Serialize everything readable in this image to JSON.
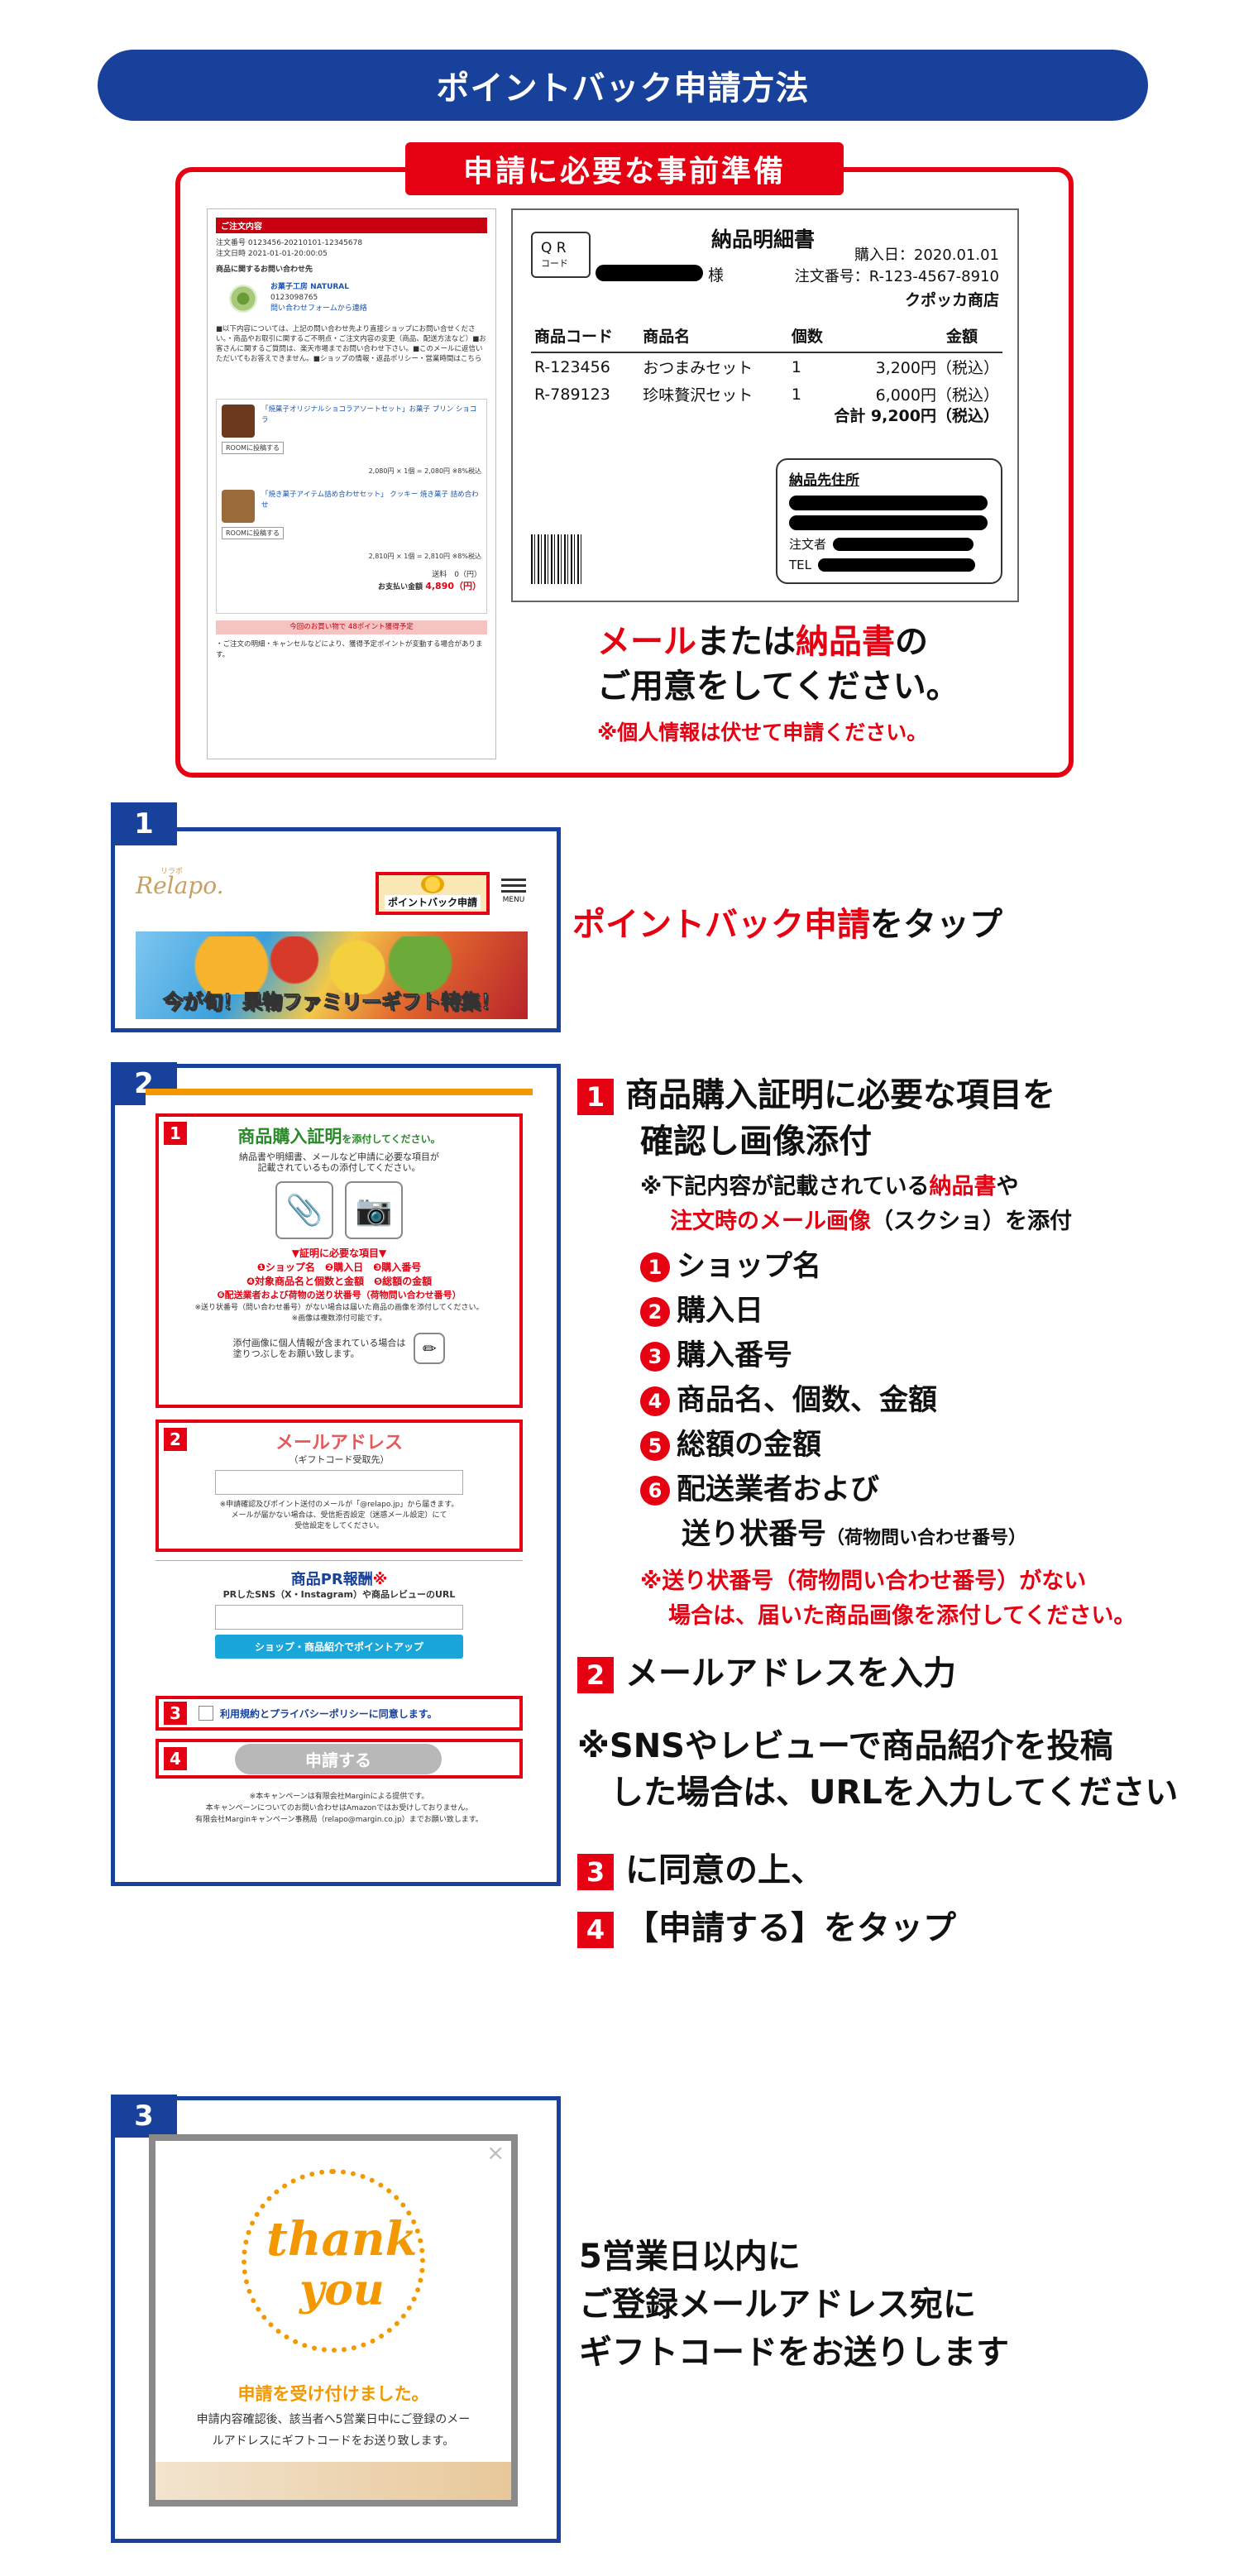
{
  "banner": {
    "title": "ポイントバック申請方法"
  },
  "prep": {
    "title": "申請に必要な事前準備",
    "email_doc": {
      "header": "ご注文内容",
      "line1": "注文番号 0123456-20210101-12345678",
      "line2": "注文日時 2021-01-01-20:00:05",
      "section": "商品に関するお問い合わせ先",
      "shop_name": "お菓子工房 NATURAL",
      "shop_tel": "0123098765",
      "shop_link": "問い合わせフォームから連絡",
      "notes": "■以下内容については、上記の問い合わせ先より直接ショップにお問い合せください。・商品やお取引に関するご不明点・ご注文内容の変更（商品、配送方法など）■お客さんに関するご質問は、楽天市場までお問い合わせ下さい。■このメールに返信いただいてもお答えできません。■ショップの情報・返品ポリシー・営業時間はこちら",
      "item1_name": "「焼菓子オリジナルショコラアソートセット」お菓子 プリン ショコラ",
      "item1_price": "2,080円 × 1個 = 2,080円 ※8%税込",
      "item2_name": "「焼き菓子アイテム詰め合わせセット」 クッキー 焼き菓子 詰め合わせ",
      "item2_price": "2,810円 × 1個 = 2,810円 ※8%税込",
      "shipping": "送料　0（円）",
      "total_label": "お支払い金額",
      "total": "4,890（円）",
      "points": "今回のお買い物で 48ポイント獲得予定",
      "room_label": "ROOMに投稿する",
      "foot": "・ご注文の明細・キャンセルなどにより、獲得予定ポイントが変動する場合があります。"
    },
    "invoice": {
      "qr": "Q R",
      "qr_sub": "コード",
      "title": "納品明細書",
      "honorific": "様",
      "date": "購入日：2020.01.01",
      "order": "注文番号：R-123-4567-8910",
      "shop": "クポッカ商店",
      "headers": [
        "商品コード",
        "商品名",
        "個数",
        "金額"
      ],
      "rows": [
        [
          "R-123456",
          "おつまみセット",
          "1",
          "3,200円（税込）"
        ],
        [
          "R-789123",
          "珍味贅沢セット",
          "1",
          "6,000円（税込）"
        ]
      ],
      "total": "合計 9,200円（税込）",
      "delivery_title": "納品先住所",
      "orderer": "注文者",
      "tel": "TEL"
    },
    "msg_part1": "メール",
    "msg_part2": "または",
    "msg_part3": "納品書",
    "msg_part4": "の",
    "msg_line2": "ご用意をしてください。",
    "msg_note": "※個人情報は伏せて申請ください。"
  },
  "step1": {
    "badge": "1",
    "logo": "Relapo.",
    "logo_sub": "リラポ",
    "pb_button": "ポイントバック申請",
    "menu": "MENU",
    "hero": "今が旬！果物ファミリーギフト特集！",
    "desc_red": "ポイントバック申請",
    "desc_rest": "をタップ"
  },
  "step2": {
    "badge": "2",
    "form": {
      "sec1_num": "1",
      "sec1_title": "商品購入証明",
      "sec1_title_small": "を添付してください。",
      "sec1_desc1": "納品書や明細書、メールなど申請に必要な項目が",
      "sec1_desc2": "記載されているもの添付してください。",
      "req_title": "▼証明に必要な項目▼",
      "req_row1": "❶ショップ名　❷購入日　❸購入番号",
      "req_row2": "❹対象商品名と個数と金額　❺総額の金額",
      "req_row3": "❻配送業者および荷物の送り状番号（荷物問い合わせ番号）",
      "req_note1": "※送り状番号（問い合わせ番号）がない場合は届いた商品の画像を添付してください。",
      "req_note2": "※画像は複数添付可能です。",
      "privacy1": "添付画像に個人情報が含まれている場合は",
      "privacy2": "塗りつぶしをお願い致します。",
      "sec2_num": "2",
      "sec2_title": "メールアドレス",
      "sec2_sub": "（ギフトコード受取先）",
      "sec2_note1": "※申請確認及びポイント送付のメールが「@relapo.jp」から届きます。",
      "sec2_note2": "メールが届かない場合は、受信拒否設定（迷惑メール設定）にて",
      "sec2_note3": "受信設定をしてください。",
      "pr_title": "商品PR報酬",
      "pr_mark": "※",
      "pr_desc": "PRしたSNS（X・Instagram）や商品レビューのURL",
      "pr_button": "ショップ・商品紹介でポイントアップ",
      "sec3_num": "3",
      "sec3_text": "利用規約とプライバシーポリシーに同意します。",
      "sec4_num": "4",
      "submit": "申請する",
      "footer1": "※本キャンペーンは有限会社Marginによる提供です。",
      "footer2": "本キャンペーンについてのお問い合わせはAmazonではお受けしておりません。",
      "footer3": "有限会社Marginキャンペーン事務局（relapo@margin.co.jp）までお願い致します。"
    },
    "inst": {
      "i1_num": "1",
      "i1_line1": "商品購入証明に必要な項目を",
      "i1_line2": "確認し画像添付",
      "i1_note_a": "※下記内容が記載されている",
      "i1_note_b": "納品書",
      "i1_note_c": "や",
      "i1_note_d": "注文時のメール画像",
      "i1_note_e": "（スクショ）を添付",
      "items": [
        "ショップ名",
        "購入日",
        "購入番号",
        "商品名、個数、金額",
        "総額の金額",
        "配送業者および"
      ],
      "nums": [
        "1",
        "2",
        "3",
        "4",
        "5",
        "6"
      ],
      "item6_line2": "送り状番号",
      "item6_small": "（荷物問い合わせ番号）",
      "warn1": "※送り状番号（荷物問い合わせ番号）がない",
      "warn2": "場合は、届いた商品画像を添付してください。",
      "i2_num": "2",
      "i2_text": "メールアドレスを入力",
      "sns1": "※SNSやレビューで商品紹介を投稿",
      "sns2": "した場合は、URLを入力してください",
      "i3_num": "3",
      "i3_text": "に同意の上、",
      "i4_num": "4",
      "i4_text": "【申請する】をタップ"
    }
  },
  "step3": {
    "badge": "3",
    "close": "×",
    "thank1": "thank",
    "thank2": "you",
    "received": "申請を受け付けました。",
    "desc1": "申請内容確認後、該当者へ5営業日中にご登録のメー",
    "desc2": "ルアドレスにギフトコードをお送り致します。",
    "msg1": "5営業日以内に",
    "msg2": "ご登録メールアドレス宛に",
    "msg3": "ギフトコードをお送りします"
  },
  "colors": {
    "red": "#e50012",
    "blue": "#17419a",
    "orange": "#f39800"
  }
}
